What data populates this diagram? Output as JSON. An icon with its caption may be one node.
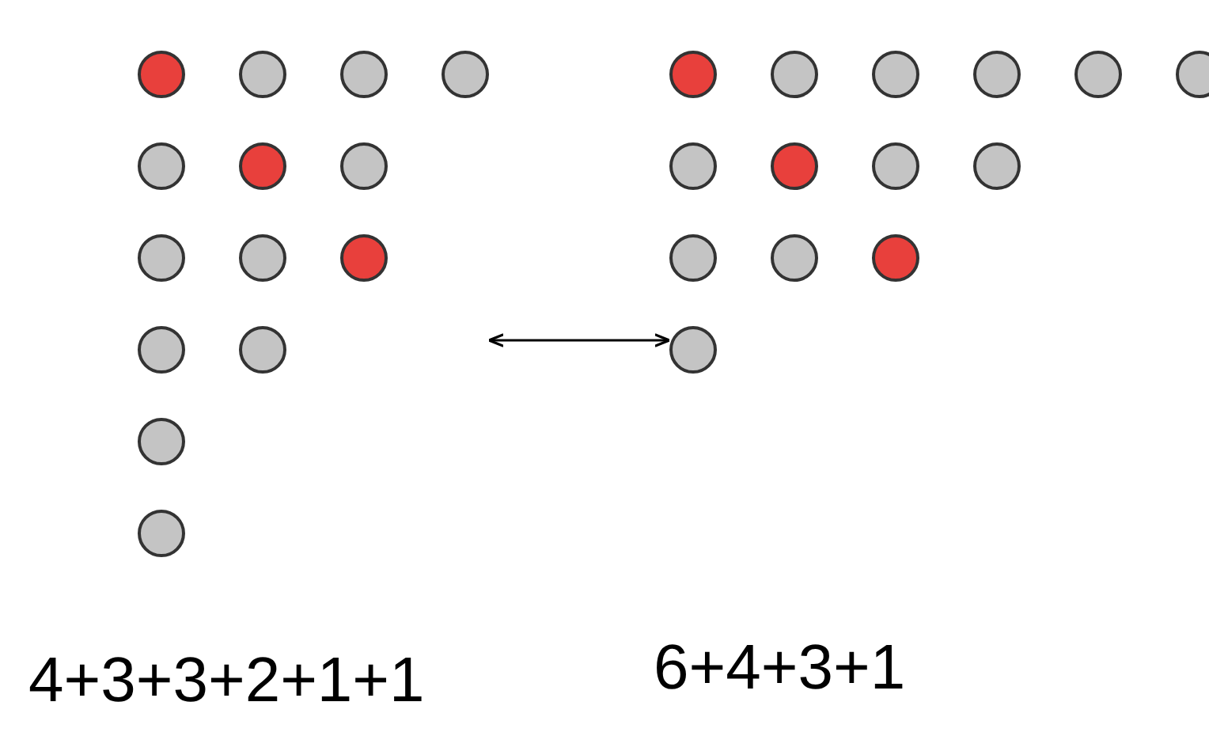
{
  "diagram": {
    "nodes": [
      {
        "text": [],
        "shape": "grid"
      },
      {
        "text": [],
        "shape": "grid"
      }
    ],
    "labels": [
      "4+3+3+2+1+1",
      "6+4+3+1"
    ],
    "edges": [
      {
        "from": 0,
        "to": 1,
        "arrow": "both"
      }
    ]
  }
}
